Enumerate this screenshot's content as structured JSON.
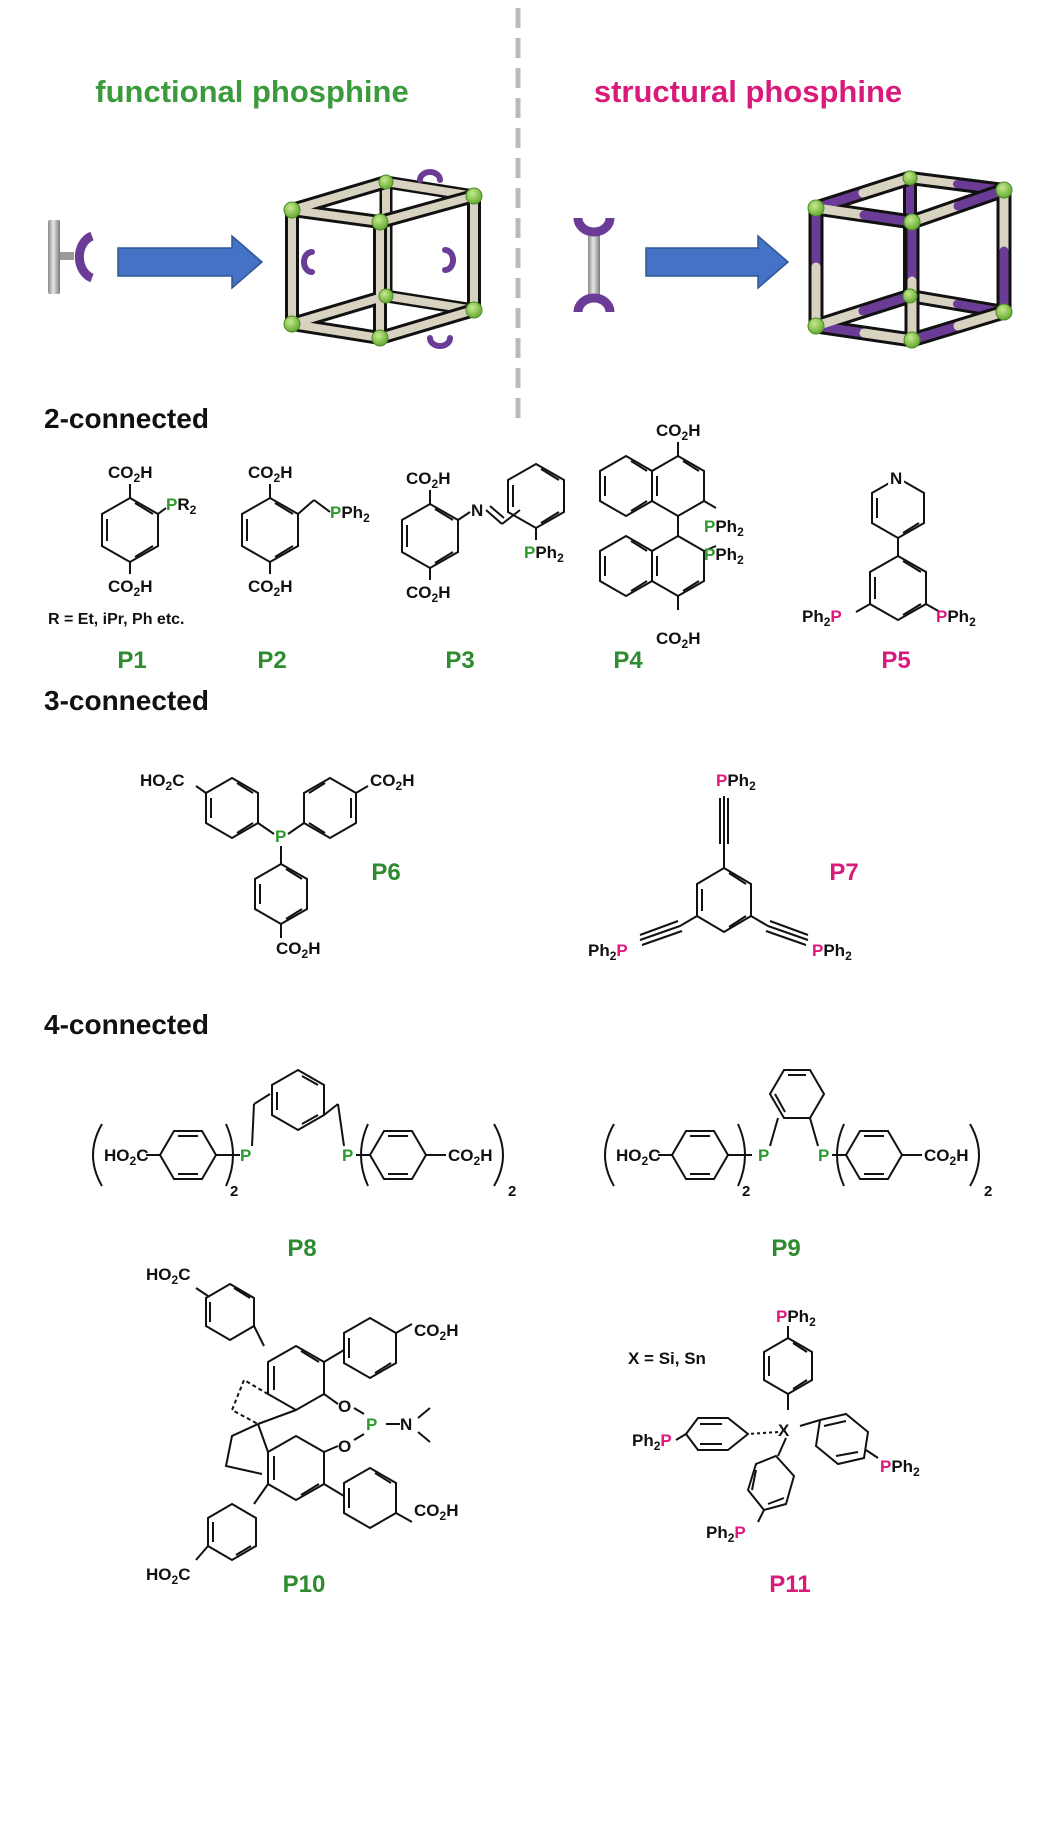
{
  "colors": {
    "functional": "#3b9a3b",
    "structural": "#d81b7a",
    "label_green": "#2e8b2e",
    "label_magenta": "#d81b7a",
    "arrow": "#4472c4",
    "cube_beam": "#d8d2c0",
    "cube_edge": "#111111",
    "node": "#7cc043",
    "purple": "#6a3c96",
    "divider": "#bbbbbb",
    "p_green": "#2e9a2e",
    "p_magenta": "#e0167f"
  },
  "header": {
    "functional_title": "functional phosphine",
    "structural_title": "structural phosphine"
  },
  "sections": {
    "two": "2-connected",
    "three": "3-connected",
    "four": "4-connected"
  },
  "labels": {
    "P1": "P1",
    "P2": "P2",
    "P3": "P3",
    "P4": "P4",
    "P5": "P5",
    "P6": "P6",
    "P7": "P7",
    "P8": "P8",
    "P9": "P9",
    "P10": "P10",
    "P11": "P11"
  },
  "notes": {
    "r_groups": "R = Et, iPr, Ph etc.",
    "x_atoms": "X = Si, Sn"
  },
  "icons": [
    "functional-linker-icon",
    "arrow-icon",
    "cube-framework-icon",
    "structural-linker-icon"
  ]
}
